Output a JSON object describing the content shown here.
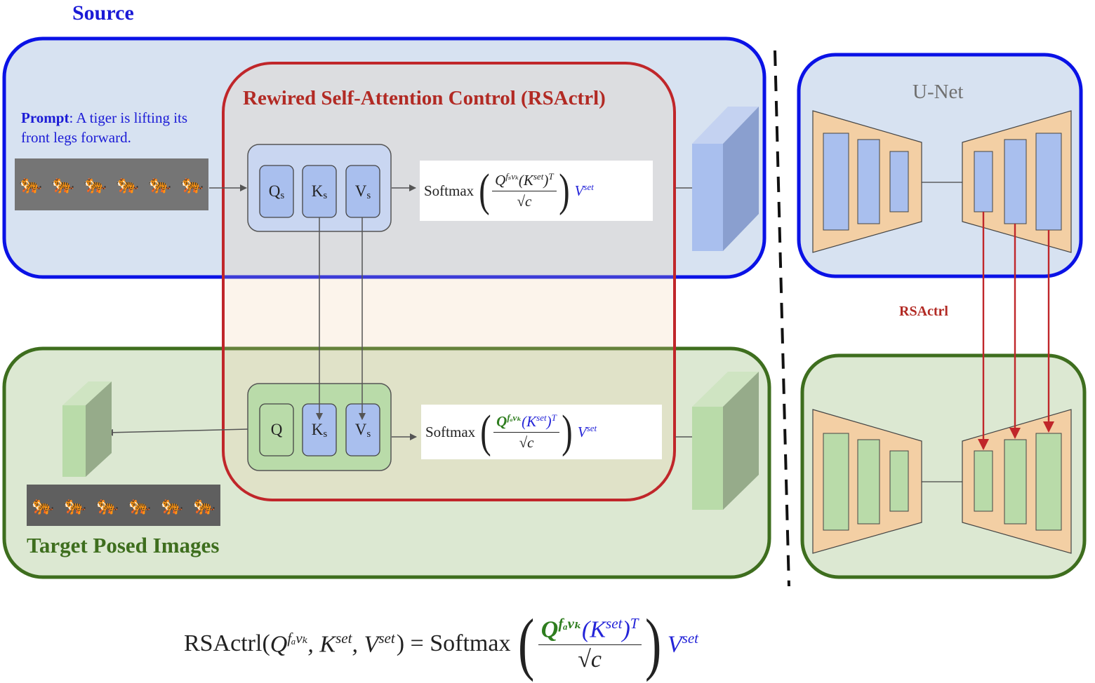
{
  "labels": {
    "source": "Source",
    "target": "Target Posed Images",
    "rsactrl_title": "Rewired Self-Attention Control (RSActrl)",
    "prompt_bold": "Prompt",
    "prompt_text": ": A tiger is lifting its front legs forward.",
    "unet": "U-Net",
    "rsactrl_small": "RSActrl"
  },
  "source_block": {
    "q": "Q",
    "k": "K",
    "v": "V",
    "sub": "s"
  },
  "target_block": {
    "q": "Q",
    "k": "K",
    "v": "V",
    "sub": "s"
  },
  "formula": {
    "softmax": "Softmax",
    "q_source": "Q",
    "q_source_sup": "fₛvₖ",
    "q_target": "Q",
    "q_target_sup": "fₐvₖ",
    "k": "(K",
    "k_sup": "set",
    "t": ")",
    "t_sup": "T",
    "den": "√c",
    "v": "V",
    "v_sup": "set"
  },
  "bottom_formula": {
    "lhs": "RSActrl(",
    "q": "Q",
    "q_sup": "fₐvₖ",
    "k": ", K",
    "k_sup": "set",
    "v": ", V",
    "v_sup": "set",
    "close": ") = Softmax"
  },
  "colors": {
    "source_border": "#0a12e6",
    "source_fill": "#d7e2f1",
    "target_border": "#3e6e1e",
    "target_fill": "#dce8d2",
    "rsactrl_border": "#c0262a",
    "unet_orange": "#f3cfa4",
    "blue_block": "#a9bfee",
    "green_block": "#b9dba9",
    "arrow_red": "#c0262a"
  },
  "icons": {
    "source_images": [
      "tiger-icon",
      "tiger-icon",
      "tiger-icon",
      "tiger-icon",
      "tiger-icon",
      "tiger-icon"
    ],
    "target_images": [
      "tiger-icon",
      "tiger-icon",
      "tiger-icon",
      "tiger-icon",
      "tiger-icon",
      "tiger-icon"
    ]
  }
}
